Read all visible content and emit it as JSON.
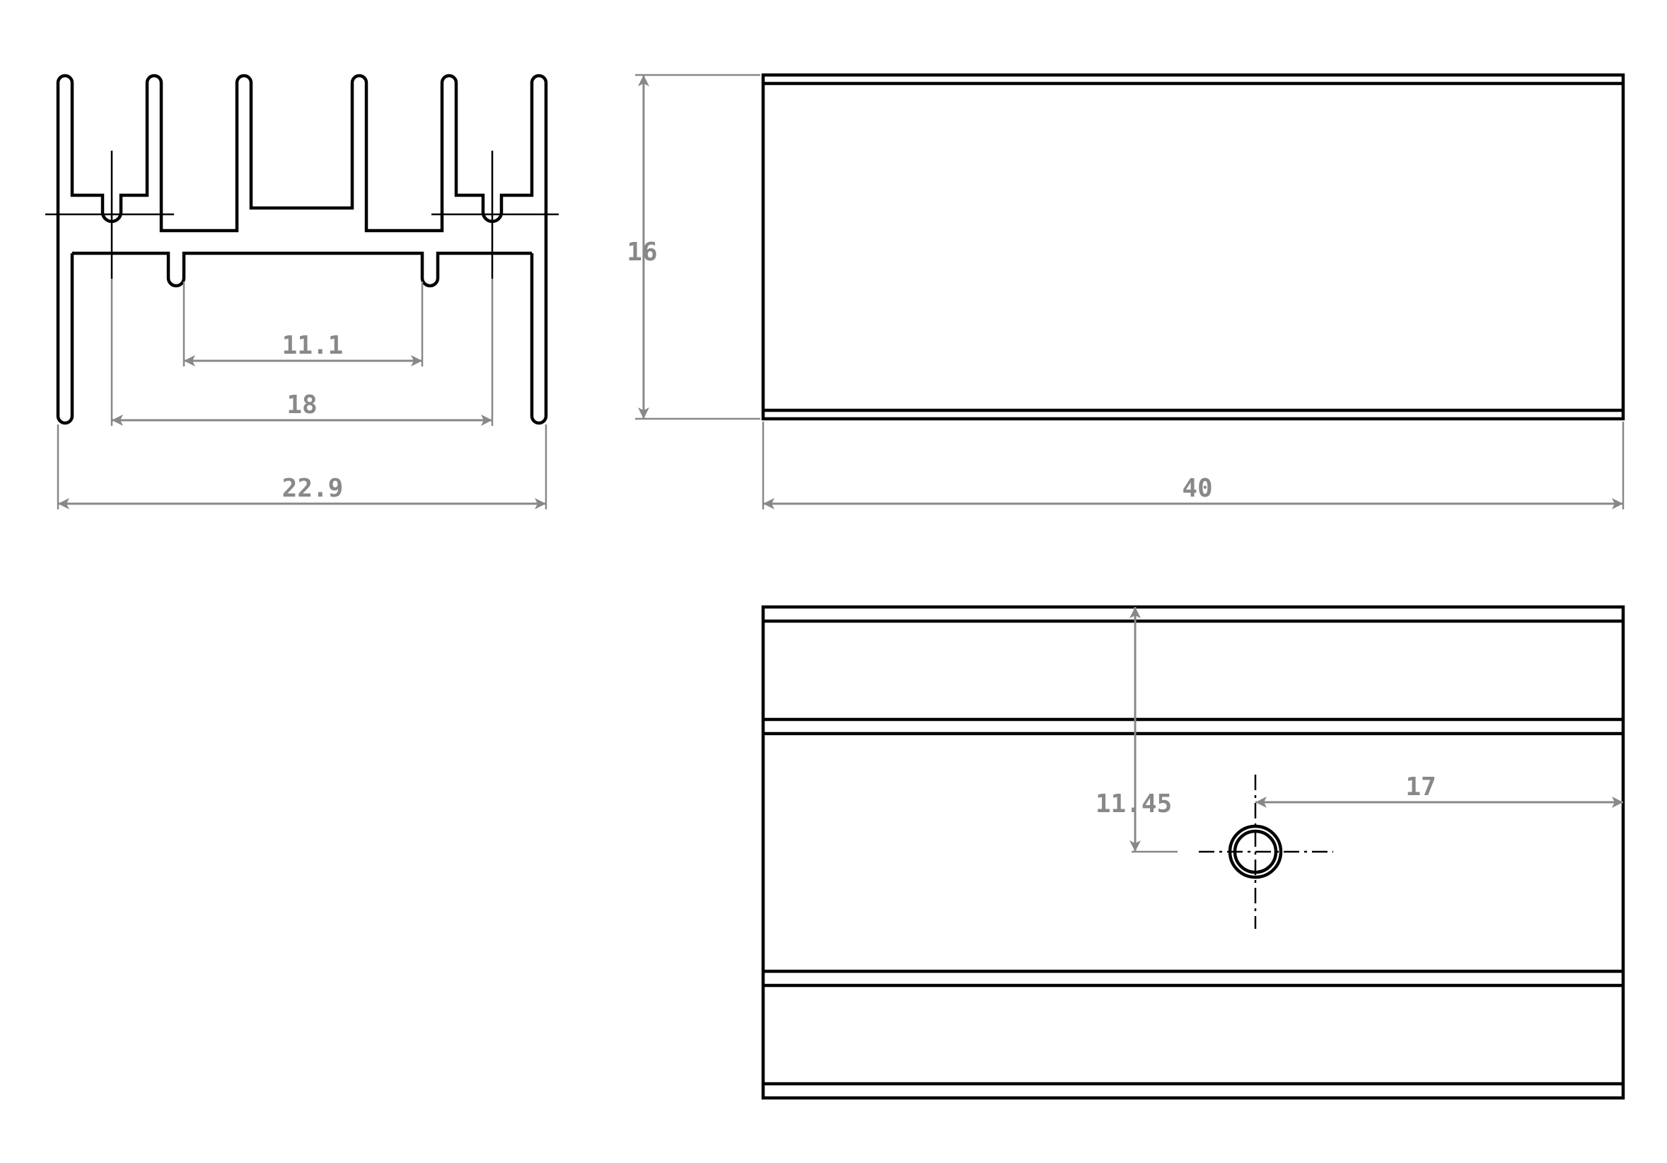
{
  "colors": {
    "part_outline": "#000000",
    "dimension": "#888888",
    "background": "#ffffff"
  },
  "front_view": {
    "dim_inner_slots": "11.1",
    "dim_mount_slots": "18",
    "dim_overall_width": "22.9"
  },
  "side_view": {
    "dim_height": "16",
    "dim_length": "40"
  },
  "top_view": {
    "dim_hole_from_edge": "11.45",
    "dim_hole_from_end": "17"
  }
}
